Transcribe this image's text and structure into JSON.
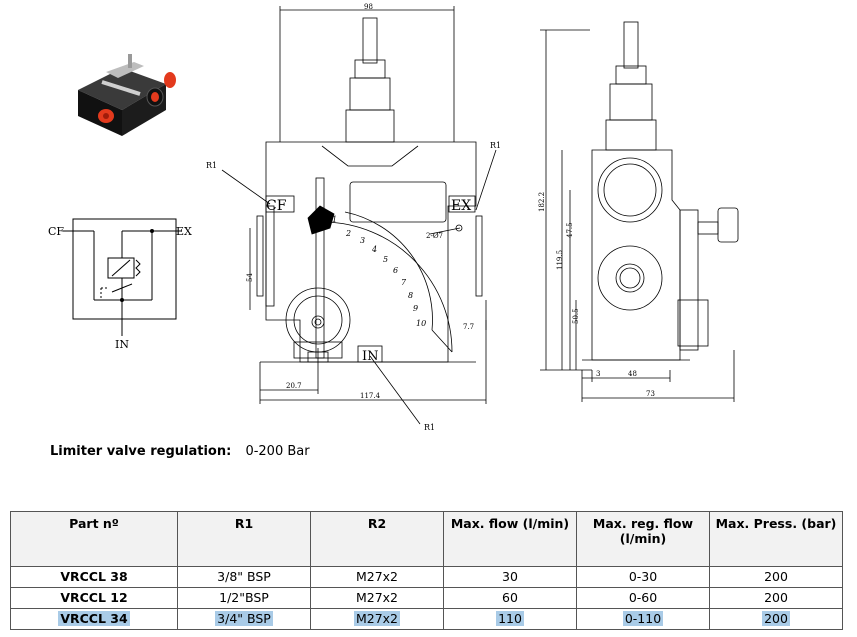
{
  "drawing": {
    "schematic": {
      "cf": "CF",
      "ex": "EX",
      "in": "IN"
    },
    "front_view": {
      "dim_width_top": "98",
      "dim_width_bottom": "117.4",
      "dim_left_offset": "20.7",
      "dim_height_left": "54",
      "dim_right_small": "7.7",
      "r1_top_left": "R1",
      "r1_top_right": "R1",
      "r1_bottom": "R1",
      "port_cf": "CF",
      "port_ex": "EX",
      "port_in": "IN",
      "hole_note": "2-Ø7",
      "scale_marks": [
        "1",
        "2",
        "3",
        "4",
        "5",
        "6",
        "7",
        "8",
        "9",
        "10"
      ]
    },
    "side_view": {
      "dim_total_height": "182.2",
      "dim_119": "119.5",
      "dim_47": "47.5",
      "dim_50": "50.5",
      "dim_3": "3",
      "dim_48": "48",
      "dim_73": "73"
    }
  },
  "regulation": {
    "label": "Limiter valve regulation:",
    "value": "0-200 Bar"
  },
  "table": {
    "headers": [
      "Part nº",
      "R1",
      "R2",
      "Max. flow (l/min)",
      "Max. reg. flow (l/min)",
      "Max. Press. (bar)"
    ],
    "rows": [
      [
        "VRCCL 38",
        "3/8\" BSP",
        "M27x2",
        "30",
        "0-30",
        "200"
      ],
      [
        "VRCCL 12",
        "1/2\"BSP",
        "M27x2",
        "60",
        "0-60",
        "200"
      ],
      [
        "VRCCL 34",
        "3/4\" BSP",
        "M27x2",
        "110",
        "0-110",
        "200"
      ]
    ],
    "highlighted_row": 2,
    "highlight_color": "#a9cbe7"
  }
}
